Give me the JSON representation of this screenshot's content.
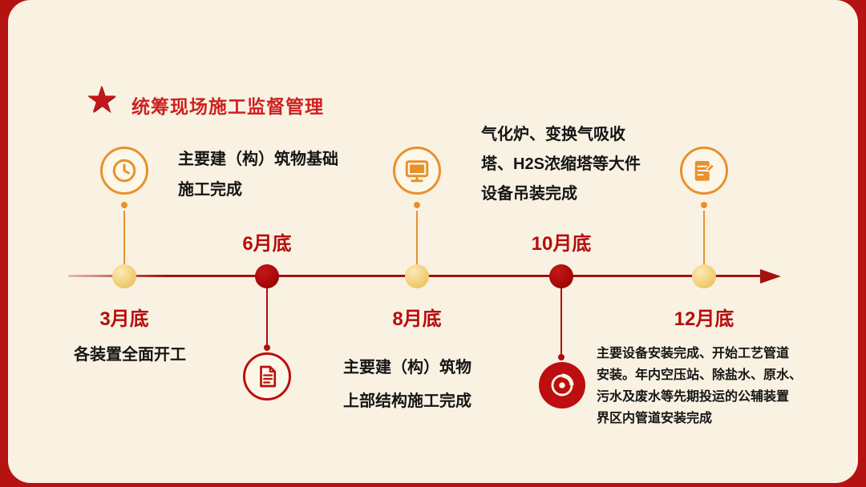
{
  "title": "统筹现场施工监督管理",
  "milestones": [
    {
      "date": "3月底",
      "node_color": "gold"
    },
    {
      "date": "6月底",
      "node_color": "red"
    },
    {
      "date": "8月底",
      "node_color": "gold"
    },
    {
      "date": "10月底",
      "node_color": "red"
    },
    {
      "date": "12月底",
      "node_color": "gold"
    }
  ],
  "callouts": {
    "foundation": {
      "lines": [
        "主要建（构）筑物基础",
        "施工完成"
      ]
    },
    "lifting": {
      "lines": [
        "气化炉、变换气吸收",
        "塔、H2S浓缩塔等大件",
        "设备吊装完成"
      ]
    },
    "start": {
      "text": "各装置全面开工"
    },
    "superstructure": {
      "lines": [
        "主要建（构）筑物",
        "上部结构施工完成"
      ]
    },
    "installation": {
      "lines": [
        "主要设备安装完成、开始工艺管道",
        "安装。年内空压站、除盐水、原水、",
        "污水及废水等先期投运的公辅装置",
        "界区内管道安装完成"
      ]
    }
  },
  "icons": [
    "clock-icon",
    "monitor-icon",
    "notebook-pen-icon",
    "document-icon",
    "disc-icon"
  ],
  "colors": {
    "frame_red": "#b51212",
    "background_cream": "#f9f2e2",
    "timeline_red": "#a50f0f",
    "gold_node": "#eec969",
    "orange_accent": "#e8912d",
    "date_red": "#b50d0d",
    "title_red": "#d02020"
  }
}
